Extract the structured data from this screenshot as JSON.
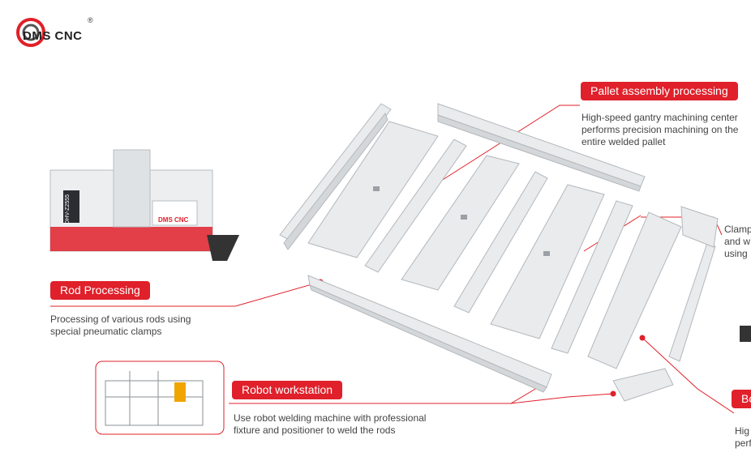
{
  "brand": {
    "logo_text": "DMS CNC",
    "registered": "®",
    "machine_badge": "DMS CNC",
    "machine_model": "DHV-Z2555"
  },
  "sections": {
    "pallet": {
      "title": "Pallet assembly processing",
      "desc1": "High-speed gantry machining center",
      "desc2": "performs precision machining on the",
      "desc3": "entire welded pallet"
    },
    "rod": {
      "title": "Rod Processing",
      "desc1": "Processing of various rods using",
      "desc2": "special pneumatic clamps"
    },
    "robot": {
      "title": "Robot workstation",
      "desc1": "Use robot welding machine with professional",
      "desc2": "fixture and positioner to weld the rods"
    },
    "clamp": {
      "desc1": "Clamp",
      "desc2": "and w",
      "desc3": "using"
    },
    "bottom": {
      "title": "Bo",
      "desc1": "Hig",
      "desc2": "perf"
    }
  },
  "colors": {
    "accent": "#e0202a",
    "line": "#e0202a",
    "metal": "#e6e8ea"
  }
}
